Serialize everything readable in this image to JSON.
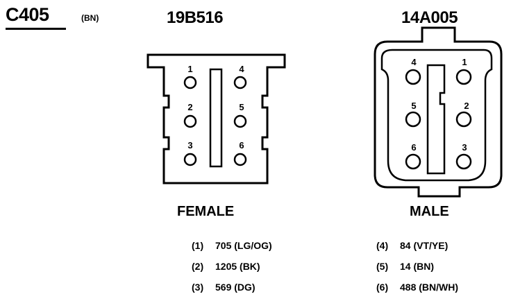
{
  "header": {
    "connector_id": "C405",
    "connector_color": "(BN)"
  },
  "female": {
    "part_number": "19B516",
    "label": "FEMALE",
    "pins": [
      "1",
      "2",
      "3",
      "4",
      "5",
      "6"
    ]
  },
  "male": {
    "part_number": "14A005",
    "label": "MALE",
    "pins": [
      "1",
      "2",
      "3",
      "4",
      "5",
      "6"
    ]
  },
  "pinout": [
    {
      "index": "(1)",
      "circuit": "705 (LG/OG)"
    },
    {
      "index": "(2)",
      "circuit": "1205 (BK)"
    },
    {
      "index": "(3)",
      "circuit": "569 (DG)"
    },
    {
      "index": "(4)",
      "circuit": "84 (VT/YE)"
    },
    {
      "index": "(5)",
      "circuit": "14 (BN)"
    },
    {
      "index": "(6)",
      "circuit": "488 (BN/WH)"
    }
  ]
}
